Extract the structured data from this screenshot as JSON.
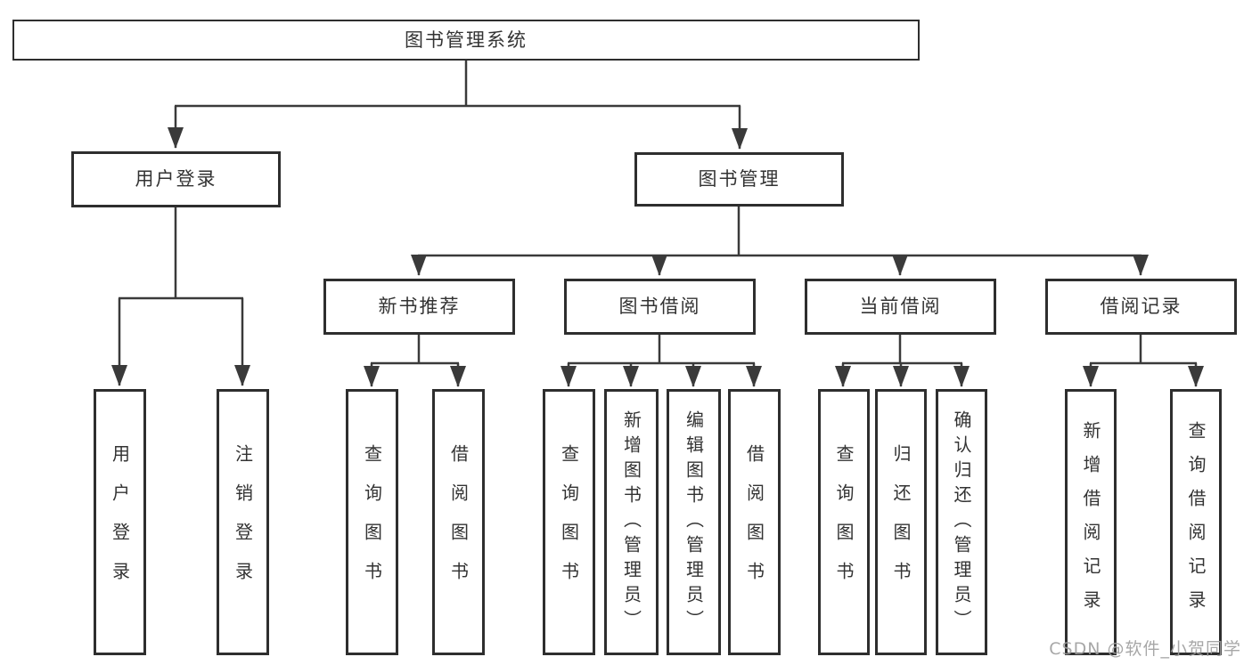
{
  "tree": {
    "root": {
      "label": "图书管理系统",
      "children": [
        {
          "label": "用户登录",
          "children": [
            {
              "label": "用户登录"
            },
            {
              "label": "注销登录"
            }
          ]
        },
        {
          "label": "图书管理",
          "children": [
            {
              "label": "新书推荐",
              "children": [
                {
                  "label": "查询图书"
                },
                {
                  "label": "借阅图书"
                }
              ]
            },
            {
              "label": "图书借阅",
              "children": [
                {
                  "label": "查询图书"
                },
                {
                  "label": "新增图书（管理员）"
                },
                {
                  "label": "编辑图书（管理员）"
                },
                {
                  "label": "借阅图书"
                }
              ]
            },
            {
              "label": "当前借阅",
              "children": [
                {
                  "label": "查询图书"
                },
                {
                  "label": "归还图书"
                },
                {
                  "label": "确认归还（管理员）"
                }
              ]
            },
            {
              "label": "借阅记录",
              "children": [
                {
                  "label": "新增借阅记录"
                },
                {
                  "label": "查询借阅记录"
                }
              ]
            }
          ]
        }
      ]
    }
  },
  "watermark": {
    "text": "CSDN @软件_小贺同学"
  },
  "colors": {
    "line": "#3a3a3a",
    "border": "#2e2e2e",
    "text": "#333333",
    "watermark": "#9e9e9e",
    "background": "#ffffff"
  }
}
